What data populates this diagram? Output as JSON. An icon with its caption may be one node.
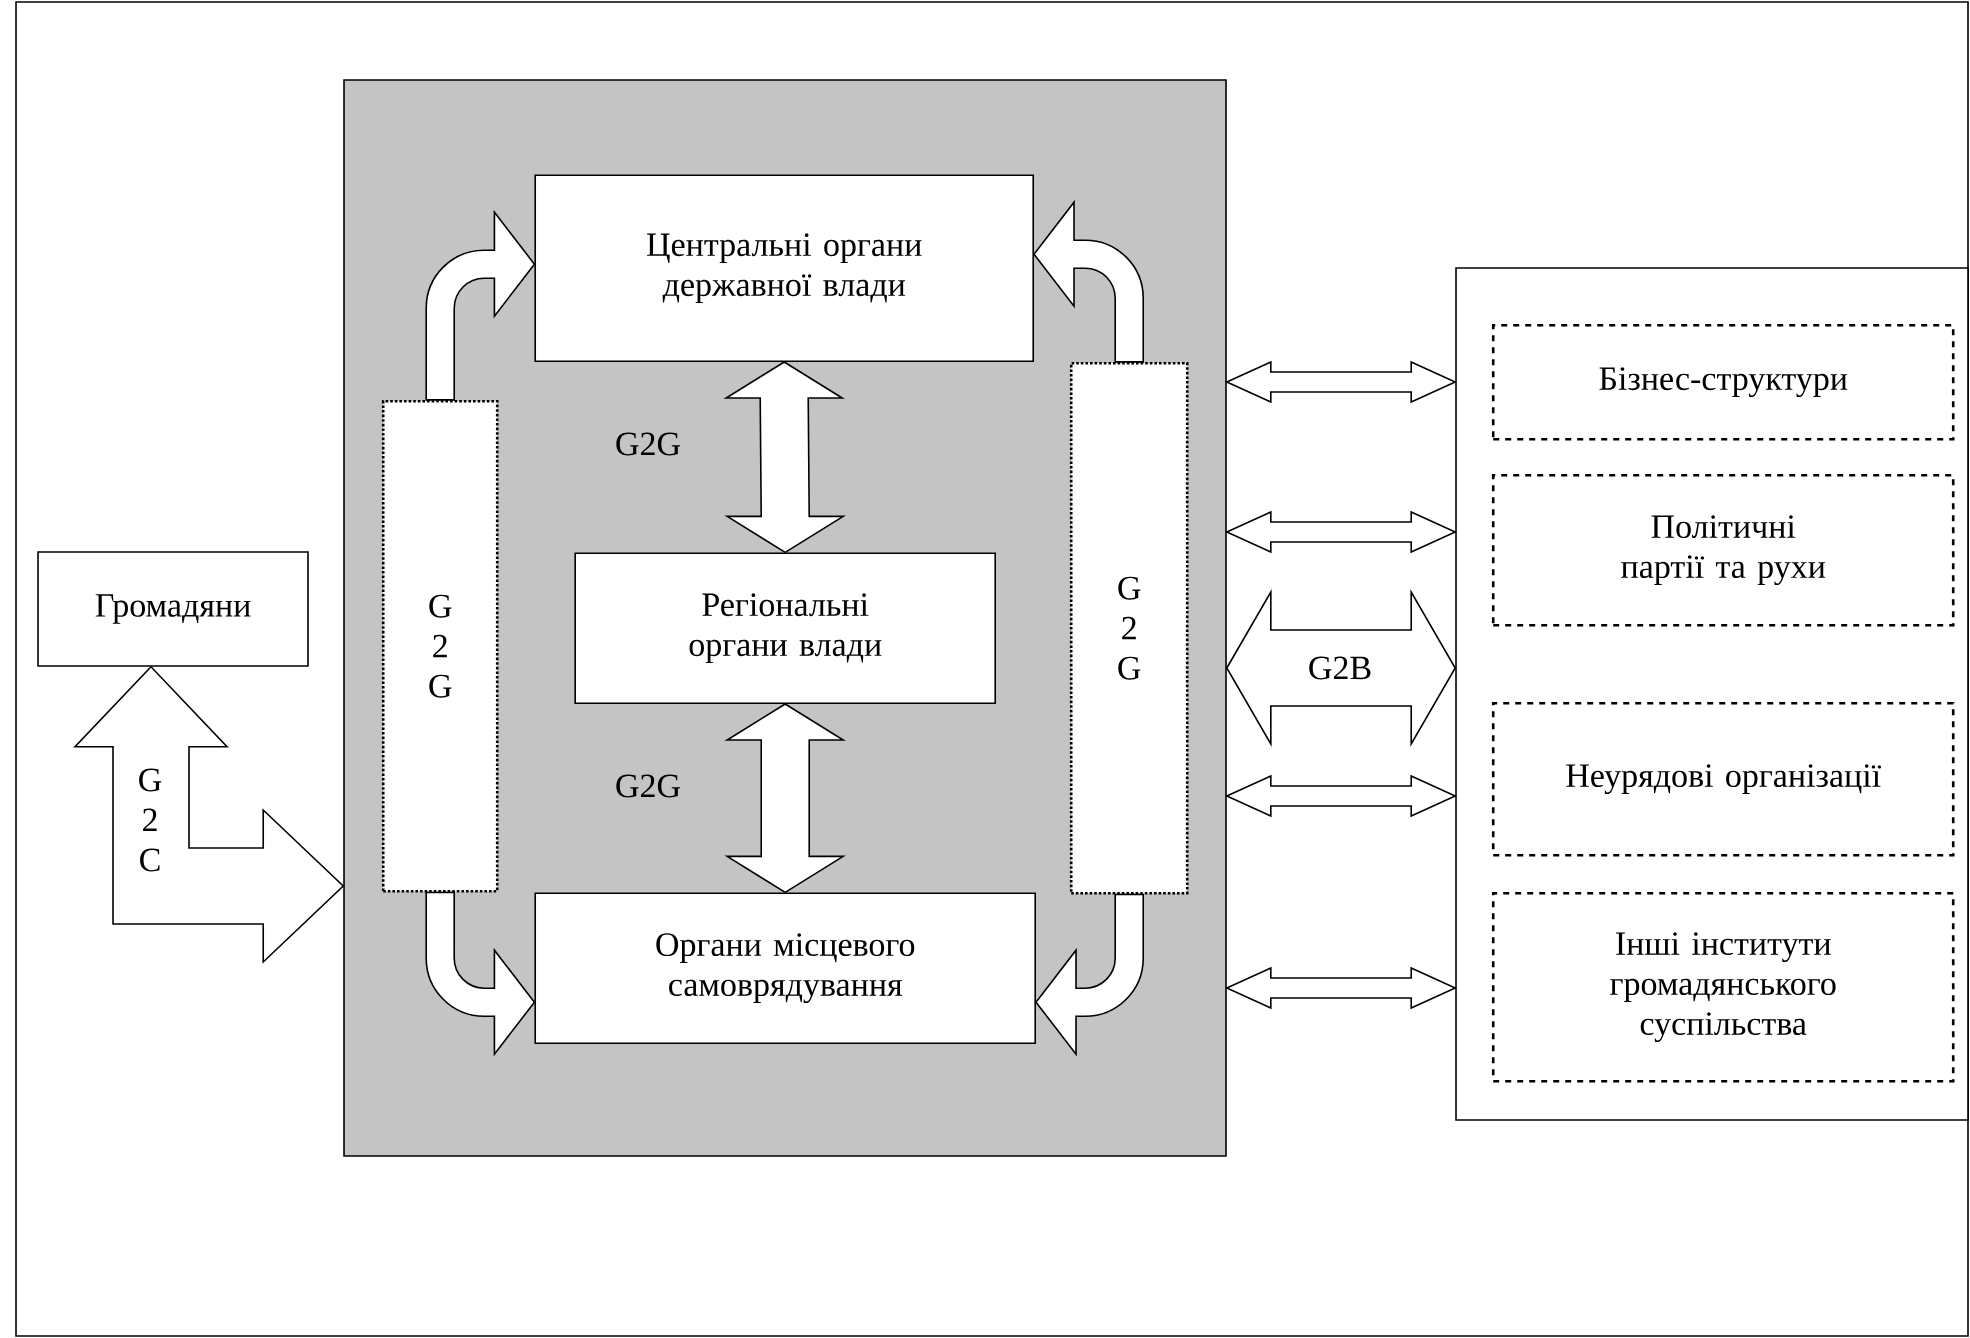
{
  "diagram": {
    "nodes": [
      {
        "text": [
          "Громадяни"
        ]
      },
      {
        "text": [],
        "shape": "box"
      },
      {
        "text": [
          "Центральні органи державної влади"
        ],
        "in": 1
      },
      {
        "text": [
          "Регіональні органи влади"
        ],
        "in": 1
      },
      {
        "text": [
          "Органи місцевого самоврядування"
        ],
        "in": 1
      },
      {
        "text": [
          "G 2 G"
        ],
        "in": 1
      },
      {
        "text": [
          "G 2 G"
        ],
        "in": 1
      },
      {
        "text": [],
        "shape": "box"
      },
      {
        "text": [
          "Бізнес-структури"
        ],
        "in": 7
      },
      {
        "text": [
          "Політичні партії та рухи"
        ],
        "in": 7
      },
      {
        "text": [
          "Неурядові організації"
        ],
        "in": 7
      },
      {
        "text": [
          "Інші інститути громадянського суспільства"
        ],
        "in": 7
      }
    ],
    "edges": [
      {
        "from": 0,
        "to": 1,
        "arrow": "both",
        "label": "G 2 C"
      },
      {
        "from": 5,
        "to": 2,
        "arrow": "to"
      },
      {
        "from": 6,
        "to": 2,
        "arrow": "to"
      },
      {
        "from": 2,
        "to": 3,
        "arrow": "both",
        "label": "G2G"
      },
      {
        "from": 3,
        "to": 4,
        "arrow": "both",
        "label": "G2G"
      },
      {
        "from": 5,
        "to": 4,
        "arrow": "to"
      },
      {
        "from": 6,
        "to": 4,
        "arrow": "to"
      },
      {
        "from": 1,
        "to": 7,
        "arrow": "both"
      },
      {
        "from": 1,
        "to": 7,
        "arrow": "both"
      },
      {
        "from": 1,
        "to": 7,
        "arrow": "both",
        "label": "G2B"
      },
      {
        "from": 1,
        "to": 7,
        "arrow": "both"
      },
      {
        "from": 1,
        "to": 7,
        "arrow": "both"
      }
    ]
  }
}
